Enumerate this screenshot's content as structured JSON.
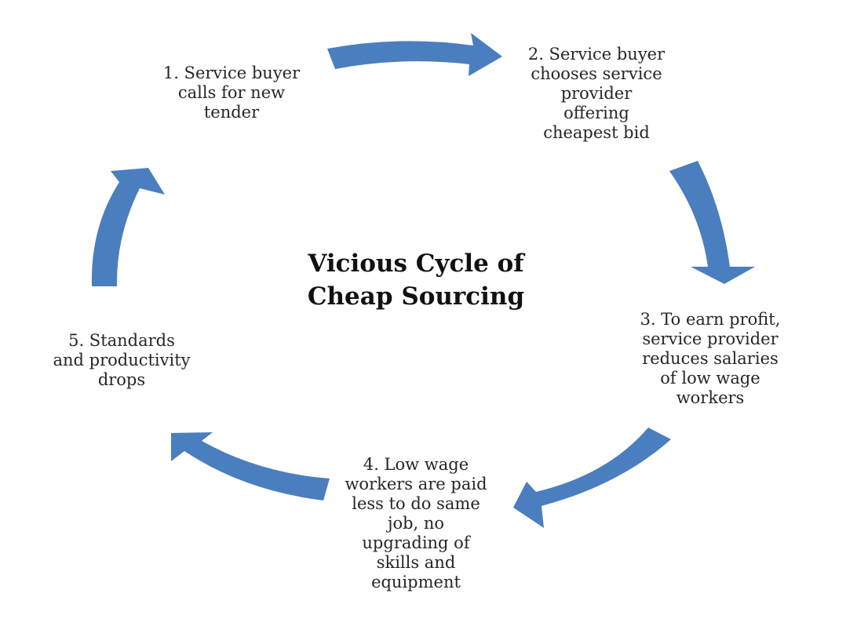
{
  "diagram": {
    "type": "cycle",
    "title": "Vicious Cycle of\nCheap Sourcing",
    "arrow_color": "#4a7ebf",
    "steps": [
      {
        "id": 1,
        "text": "1. Service buyer\ncalls for new\ntender"
      },
      {
        "id": 2,
        "text": "2. Service buyer\nchooses service\nprovider\noffering\ncheapest bid"
      },
      {
        "id": 3,
        "text": "3. To earn profit,\nservice provider\nreduces salaries\nof low wage\nworkers"
      },
      {
        "id": 4,
        "text": "4. Low wage\nworkers are paid\nless to do same\njob, no\nupgrading of\nskills and\nequipment"
      },
      {
        "id": 5,
        "text": "5. Standards\nand productivity\ndrops"
      }
    ],
    "connections": [
      {
        "from": 1,
        "to": 2
      },
      {
        "from": 2,
        "to": 3
      },
      {
        "from": 3,
        "to": 4
      },
      {
        "from": 4,
        "to": 5
      },
      {
        "from": 5,
        "to": 1
      }
    ]
  }
}
